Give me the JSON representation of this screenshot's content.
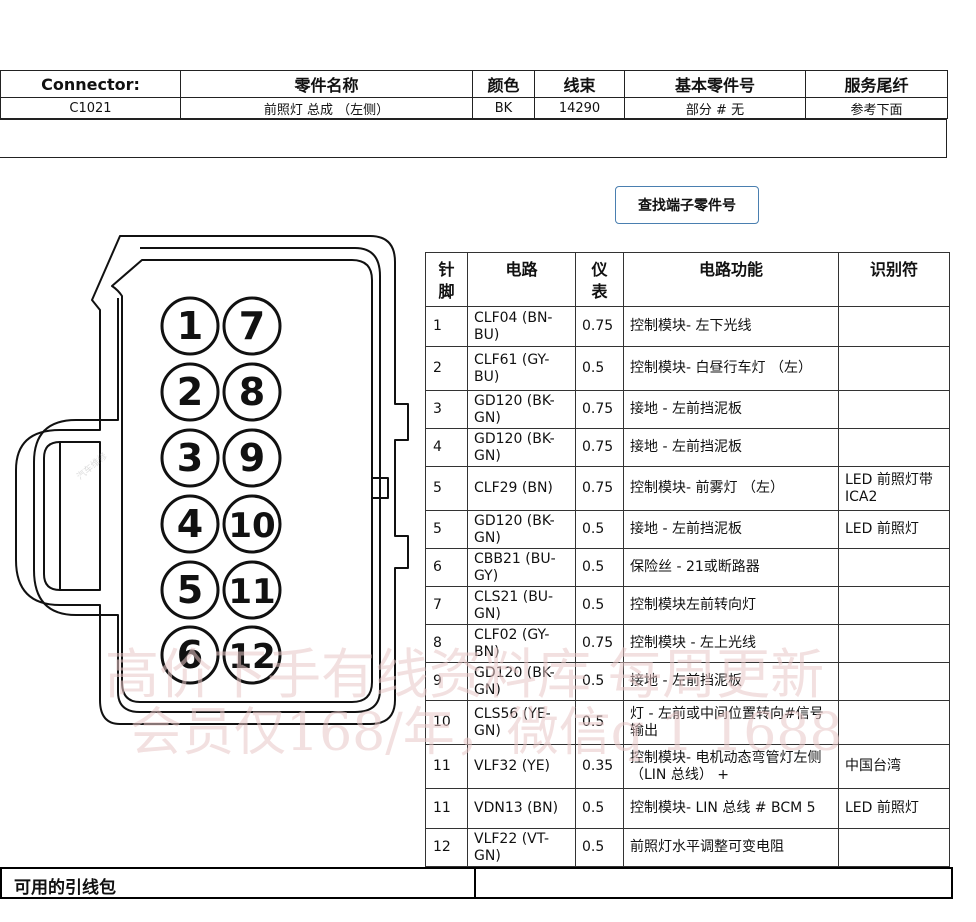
{
  "header": {
    "columns": [
      "Connector:",
      "零件名称",
      "颜色",
      "线束",
      "基本零件号",
      "服务尾纤"
    ],
    "values": [
      "C1021",
      "前照灯 总成 （左侧）",
      "BK",
      "14290",
      "部分 # 无",
      "参考下面"
    ]
  },
  "find_button_label": "查找端子零件号",
  "connector": {
    "pins_left": [
      "1",
      "2",
      "3",
      "4",
      "5",
      "6"
    ],
    "pins_right": [
      "7",
      "8",
      "9",
      "10",
      "11",
      "12"
    ]
  },
  "pin_table": {
    "headers": [
      "针\n脚",
      "电路",
      "仪\n表",
      "电路功能",
      "识别符"
    ],
    "rows": [
      {
        "pin": "1",
        "circuit": "CLF04 (BN-BU)",
        "gauge": "0.75",
        "function": "控制模块- 左下光线",
        "id": ""
      },
      {
        "pin": "2",
        "circuit": "CLF61 (GY-BU)",
        "gauge": "0.5",
        "function": "控制模块- 白昼行车灯 （左）",
        "id": ""
      },
      {
        "pin": "3",
        "circuit": "GD120 (BK-GN)",
        "gauge": "0.75",
        "function": "接地 - 左前挡泥板",
        "id": ""
      },
      {
        "pin": "4",
        "circuit": "GD120 (BK-GN)",
        "gauge": "0.75",
        "function": "接地 - 左前挡泥板",
        "id": ""
      },
      {
        "pin": "5",
        "circuit": "CLF29 (BN)",
        "gauge": "0.75",
        "function": "控制模块- 前雾灯 （左）",
        "id": "LED 前照灯带 ICA2"
      },
      {
        "pin": "5",
        "circuit": "GD120 (BK-GN)",
        "gauge": "0.5",
        "function": "接地 - 左前挡泥板",
        "id": "LED 前照灯"
      },
      {
        "pin": "6",
        "circuit": "CBB21 (BU-GY)",
        "gauge": "0.5",
        "function": "保险丝 - 21或断路器",
        "id": ""
      },
      {
        "pin": "7",
        "circuit": "CLS21 (BU-GN)",
        "gauge": "0.5",
        "function": "控制模块左前转向灯",
        "id": ""
      },
      {
        "pin": "8",
        "circuit": "CLF02 (GY-BN)",
        "gauge": "0.75",
        "function": "控制模块 - 左上光线",
        "id": ""
      },
      {
        "pin": "9",
        "circuit": "GD120 (BK-GN)",
        "gauge": "0.5",
        "function": "接地 - 左前挡泥板",
        "id": ""
      },
      {
        "pin": "10",
        "circuit": "CLS56 (YE-GN)",
        "gauge": "0.5",
        "function": "灯 - 左前或中间位置转向#信号输出",
        "id": ""
      },
      {
        "pin": "11",
        "circuit": "VLF32 (YE)",
        "gauge": "0.35",
        "function": "控制模块- 电机动态弯管灯左侧 （LIN 总线） +",
        "id": "中国台湾"
      },
      {
        "pin": "11",
        "circuit": "VDN13 (BN)",
        "gauge": "0.5",
        "function": "控制模块- LIN 总线 # BCM 5",
        "id": "LED 前照灯"
      },
      {
        "pin": "12",
        "circuit": "VLF22 (VT-GN)",
        "gauge": "0.5",
        "function": "前照灯水平调整可变电阻",
        "id": ""
      }
    ]
  },
  "bottom": {
    "label": "可用的引线包",
    "value": ""
  },
  "watermark": {
    "line1": "高价下手有线资料库 每周更新",
    "line2": "会员仅168/年，微信q 1 1688"
  },
  "colors": {
    "border": "#222222",
    "button_border": "#4a7fb0",
    "watermark": "#e9c7c7"
  }
}
